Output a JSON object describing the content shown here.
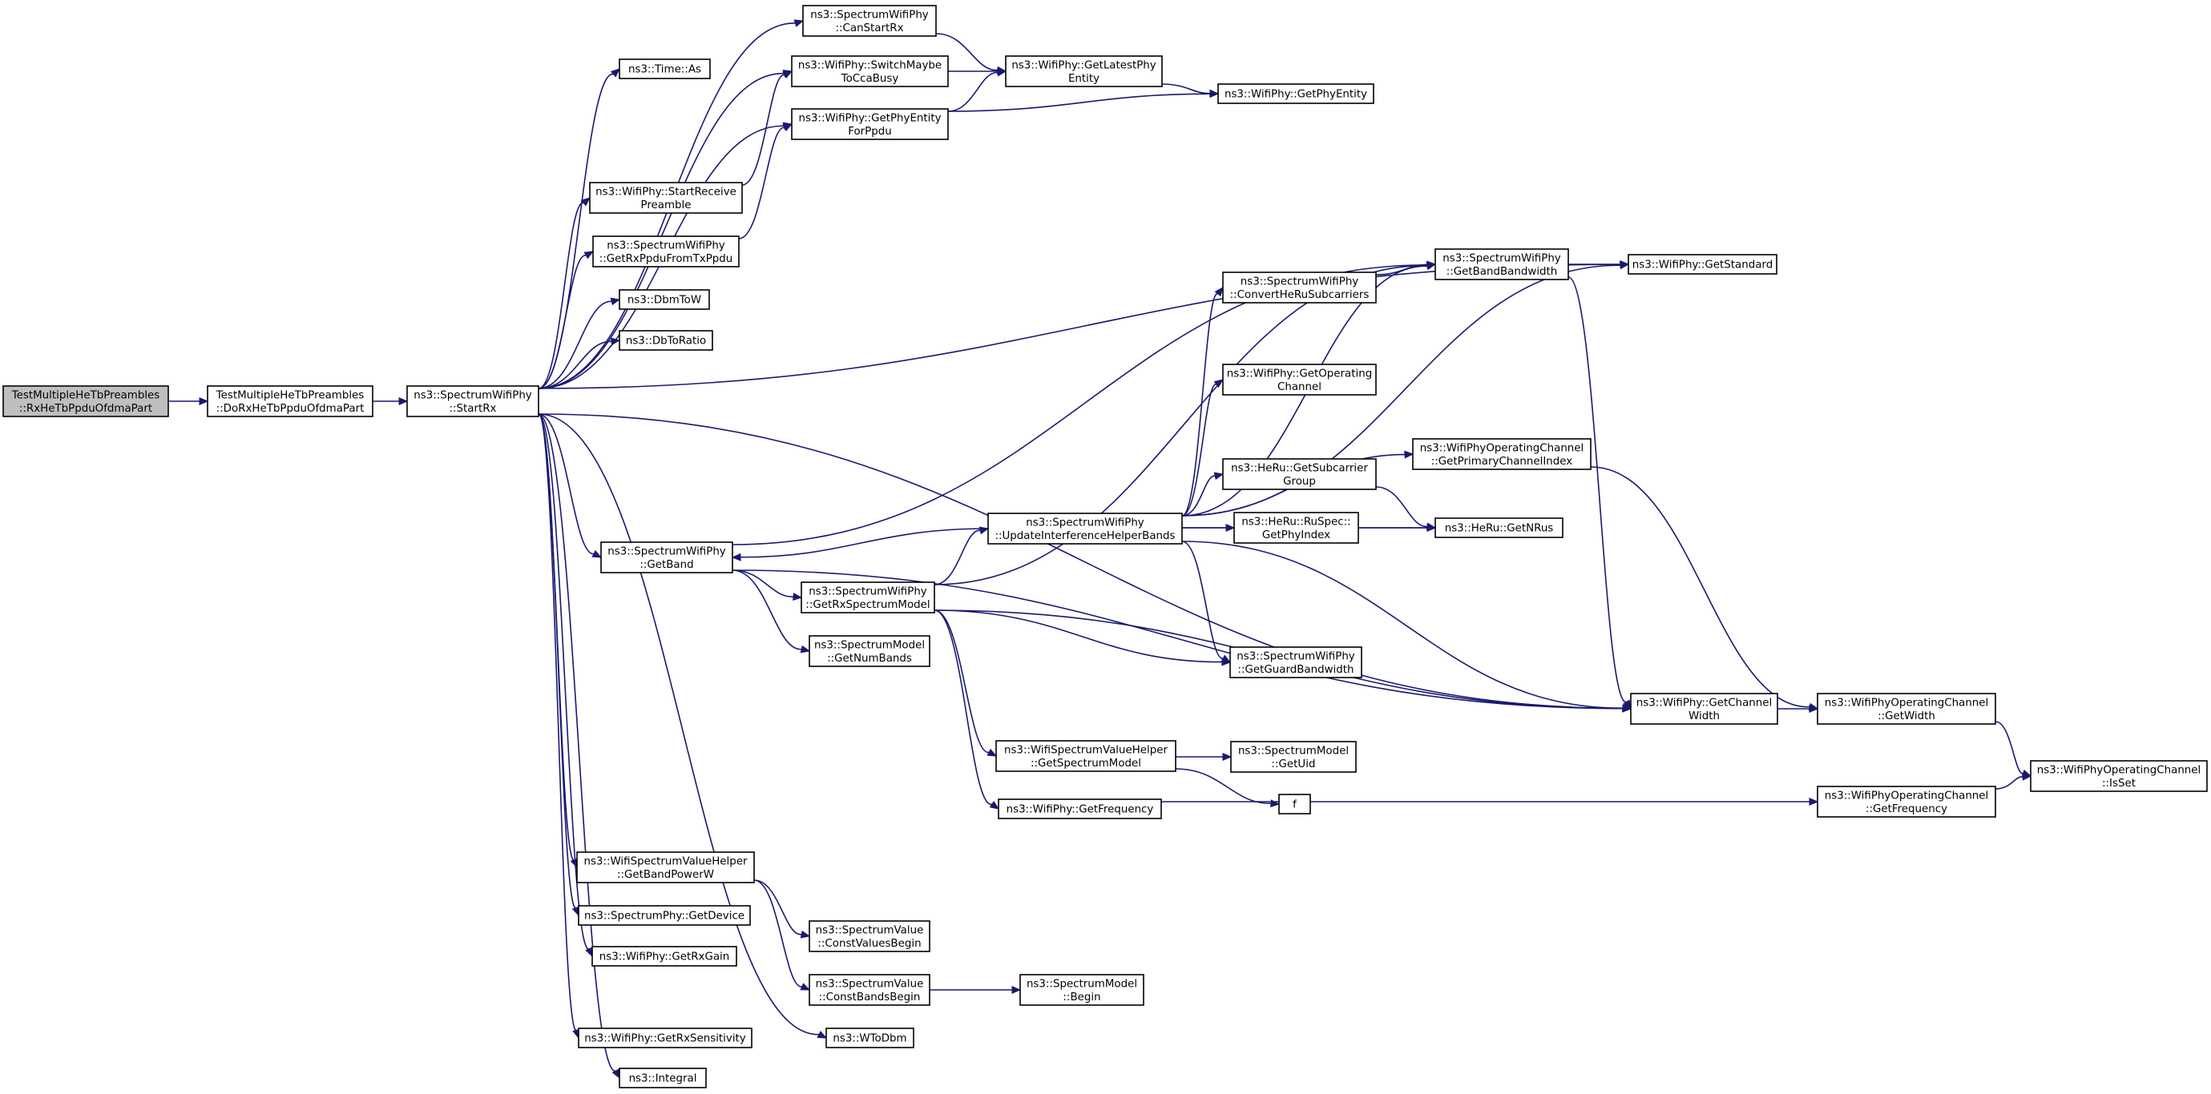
{
  "diagram": {
    "kind": "call graph",
    "colors": {
      "edge": "#191970",
      "node_border": "#000000",
      "root_fill": "#bfbfbf",
      "node_fill": "#ffffff"
    },
    "nodes": [
      {
        "id": "n0",
        "lines": [
          "TestMultipleHeTbPreambles",
          "::RxHeTbPpduOfdmaPart"
        ],
        "root": true
      },
      {
        "id": "n1",
        "lines": [
          "TestMultipleHeTbPreambles",
          "::DoRxHeTbPpduOfdmaPart"
        ]
      },
      {
        "id": "n2",
        "lines": [
          "ns3::SpectrumWifiPhy",
          "::StartRx"
        ]
      },
      {
        "id": "n3",
        "lines": [
          "ns3::Time::As"
        ]
      },
      {
        "id": "n4",
        "lines": [
          "ns3::SpectrumWifiPhy",
          "::CanStartRx"
        ]
      },
      {
        "id": "n5",
        "lines": [
          "ns3::WifiPhy::SwitchMaybe",
          "ToCcaBusy"
        ]
      },
      {
        "id": "n6",
        "lines": [
          "ns3::WifiPhy::GetPhyEntity",
          "ForPpdu"
        ]
      },
      {
        "id": "n7",
        "lines": [
          "ns3::WifiPhy::GetLatestPhy",
          "Entity"
        ]
      },
      {
        "id": "n8",
        "lines": [
          "ns3::WifiPhy::GetPhyEntity"
        ]
      },
      {
        "id": "n9",
        "lines": [
          "ns3::WifiPhy::StartReceive",
          "Preamble"
        ]
      },
      {
        "id": "n10",
        "lines": [
          "ns3::SpectrumWifiPhy",
          "::GetRxPpduFromTxPpdu"
        ]
      },
      {
        "id": "n11",
        "lines": [
          "ns3::DbmToW"
        ]
      },
      {
        "id": "n12",
        "lines": [
          "ns3::DbToRatio"
        ]
      },
      {
        "id": "n13",
        "lines": [
          "ns3::SpectrumWifiPhy",
          "::GetBandBandwidth"
        ]
      },
      {
        "id": "n14",
        "lines": [
          "ns3::WifiPhy::GetStandard"
        ]
      },
      {
        "id": "n15",
        "lines": [
          "ns3::SpectrumWifiPhy",
          "::ConvertHeRuSubcarriers"
        ]
      },
      {
        "id": "n16",
        "lines": [
          "ns3::WifiPhy::GetOperating",
          "Channel"
        ]
      },
      {
        "id": "n17",
        "lines": [
          "ns3::WifiPhyOperatingChannel",
          "::GetPrimaryChannelIndex"
        ]
      },
      {
        "id": "n18",
        "lines": [
          "ns3::HeRu::GetSubcarrier",
          "Group"
        ]
      },
      {
        "id": "n19",
        "lines": [
          "ns3::HeRu::RuSpec::",
          "GetPhyIndex"
        ]
      },
      {
        "id": "n20",
        "lines": [
          "ns3::HeRu::GetNRus"
        ]
      },
      {
        "id": "n21",
        "lines": [
          "ns3::SpectrumWifiPhy",
          "::UpdateInterferenceHelperBands"
        ]
      },
      {
        "id": "n22",
        "lines": [
          "ns3::SpectrumWifiPhy",
          "::GetBand"
        ]
      },
      {
        "id": "n23",
        "lines": [
          "ns3::SpectrumWifiPhy",
          "::GetRxSpectrumModel"
        ]
      },
      {
        "id": "n24",
        "lines": [
          "ns3::SpectrumModel",
          "::GetNumBands"
        ]
      },
      {
        "id": "n25",
        "lines": [
          "ns3::SpectrumWifiPhy",
          "::GetGuardBandwidth"
        ]
      },
      {
        "id": "n26",
        "lines": [
          "ns3::WifiPhy::GetChannel",
          "Width"
        ]
      },
      {
        "id": "n27",
        "lines": [
          "ns3::WifiPhyOperatingChannel",
          "::GetWidth"
        ]
      },
      {
        "id": "n28",
        "lines": [
          "ns3::WifiSpectrumValueHelper",
          "::GetSpectrumModel"
        ]
      },
      {
        "id": "n29",
        "lines": [
          "ns3::SpectrumModel",
          "::GetUid"
        ]
      },
      {
        "id": "n30",
        "lines": [
          "f"
        ]
      },
      {
        "id": "n31",
        "lines": [
          "ns3::WifiPhy::GetFrequency"
        ]
      },
      {
        "id": "n32",
        "lines": [
          "ns3::WifiPhyOperatingChannel",
          "::GetFrequency"
        ]
      },
      {
        "id": "n33",
        "lines": [
          "ns3::WifiPhyOperatingChannel",
          "::IsSet"
        ]
      },
      {
        "id": "n34",
        "lines": [
          "ns3::WifiSpectrumValueHelper",
          "::GetBandPowerW"
        ]
      },
      {
        "id": "n35",
        "lines": [
          "ns3::SpectrumPhy::GetDevice"
        ]
      },
      {
        "id": "n36",
        "lines": [
          "ns3::SpectrumValue",
          "::ConstValuesBegin"
        ]
      },
      {
        "id": "n37",
        "lines": [
          "ns3::WifiPhy::GetRxGain"
        ]
      },
      {
        "id": "n38",
        "lines": [
          "ns3::SpectrumValue",
          "::ConstBandsBegin"
        ]
      },
      {
        "id": "n39",
        "lines": [
          "ns3::SpectrumModel",
          "::Begin"
        ]
      },
      {
        "id": "n40",
        "lines": [
          "ns3::WifiPhy::GetRxSensitivity"
        ]
      },
      {
        "id": "n41",
        "lines": [
          "ns3::WToDbm"
        ]
      },
      {
        "id": "n42",
        "lines": [
          "ns3::Integral"
        ]
      }
    ],
    "edges": [
      [
        "n0",
        "n1"
      ],
      [
        "n1",
        "n2"
      ],
      [
        "n2",
        "n3"
      ],
      [
        "n2",
        "n4"
      ],
      [
        "n2",
        "n5"
      ],
      [
        "n2",
        "n6"
      ],
      [
        "n2",
        "n9"
      ],
      [
        "n2",
        "n10"
      ],
      [
        "n2",
        "n11"
      ],
      [
        "n2",
        "n12"
      ],
      [
        "n2",
        "n14"
      ],
      [
        "n2",
        "n22"
      ],
      [
        "n2",
        "n26"
      ],
      [
        "n2",
        "n34"
      ],
      [
        "n2",
        "n35"
      ],
      [
        "n2",
        "n37"
      ],
      [
        "n2",
        "n40"
      ],
      [
        "n2",
        "n41"
      ],
      [
        "n2",
        "n42"
      ],
      [
        "n4",
        "n7"
      ],
      [
        "n5",
        "n7"
      ],
      [
        "n6",
        "n7"
      ],
      [
        "n6",
        "n8"
      ],
      [
        "n7",
        "n8"
      ],
      [
        "n9",
        "n5"
      ],
      [
        "n10",
        "n6"
      ],
      [
        "n13",
        "n14"
      ],
      [
        "n13",
        "n26"
      ],
      [
        "n15",
        "n13"
      ],
      [
        "n21",
        "n13"
      ],
      [
        "n21",
        "n14"
      ],
      [
        "n21",
        "n15"
      ],
      [
        "n21",
        "n16"
      ],
      [
        "n21",
        "n17"
      ],
      [
        "n21",
        "n18"
      ],
      [
        "n21",
        "n19"
      ],
      [
        "n21",
        "n20"
      ],
      [
        "n21",
        "n22"
      ],
      [
        "n21",
        "n25"
      ],
      [
        "n21",
        "n26"
      ],
      [
        "n18",
        "n20"
      ],
      [
        "n19",
        "n20"
      ],
      [
        "n17",
        "n27"
      ],
      [
        "n22",
        "n13"
      ],
      [
        "n22",
        "n23"
      ],
      [
        "n22",
        "n24"
      ],
      [
        "n22",
        "n26"
      ],
      [
        "n23",
        "n13"
      ],
      [
        "n23",
        "n21"
      ],
      [
        "n23",
        "n25"
      ],
      [
        "n23",
        "n26"
      ],
      [
        "n23",
        "n28"
      ],
      [
        "n23",
        "n31"
      ],
      [
        "n26",
        "n27"
      ],
      [
        "n27",
        "n33"
      ],
      [
        "n28",
        "n29"
      ],
      [
        "n28",
        "n30"
      ],
      [
        "n31",
        "n32"
      ],
      [
        "n32",
        "n33"
      ],
      [
        "n34",
        "n36"
      ],
      [
        "n34",
        "n38"
      ],
      [
        "n38",
        "n39"
      ]
    ]
  }
}
